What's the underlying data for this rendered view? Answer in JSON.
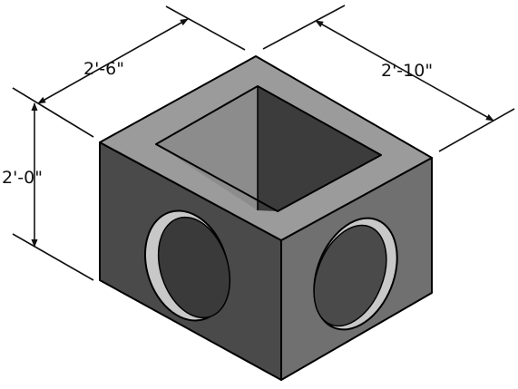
{
  "dimensions": {
    "width": "2'-6\"",
    "depth": "2'-10\"",
    "height": "2'-0\""
  },
  "colors": {
    "background": "#ffffff",
    "top_face": "#9b9b9b",
    "front_face": "#4a4a4a",
    "right_face": "#707070",
    "opening_back_left": "#8c8c8c",
    "opening_back_right": "#3c3c3c",
    "hole_interior": "#3a3a3a",
    "hole_rim": "#c8c8c8",
    "line": "#000000"
  }
}
